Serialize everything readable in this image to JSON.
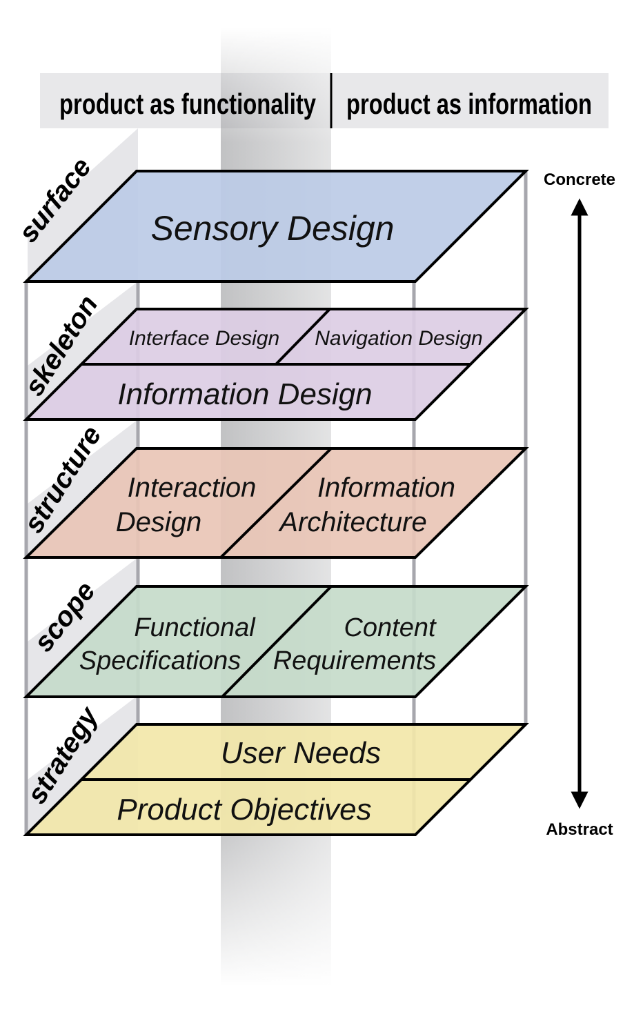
{
  "header": {
    "left": "product as functionality",
    "right": "product as information"
  },
  "layers": {
    "surface": "surface",
    "skeleton": "skeleton",
    "structure": "structure",
    "scope": "scope",
    "strategy": "strategy"
  },
  "planes": {
    "sensory_design": "Sensory Design",
    "interface_design": "Interface Design",
    "navigation_design": "Navigation Design",
    "information_design": "Information Design",
    "interaction_design_1": "Interaction",
    "interaction_design_2": "Design",
    "information_architecture_1": "Information",
    "information_architecture_2": "Architecture",
    "functional_specifications_1": "Functional",
    "functional_specifications_2": "Specifications",
    "content_requirements_1": "Content",
    "content_requirements_2": "Requirements",
    "user_needs": "User Needs",
    "product_objectives": "Product Objectives"
  },
  "axis": {
    "top": "Concrete",
    "bottom": "Abstract"
  },
  "colors": {
    "surface": "#bccbe6",
    "skeleton": "#dccde4",
    "structure": "#e9c5b6",
    "scope": "#c6dbca",
    "strategy": "#f2e7a9",
    "header_band": "#e8e8ea",
    "layer_band": "#e6e6e9",
    "column": "#8f9093",
    "post": "#a7a7ad"
  }
}
